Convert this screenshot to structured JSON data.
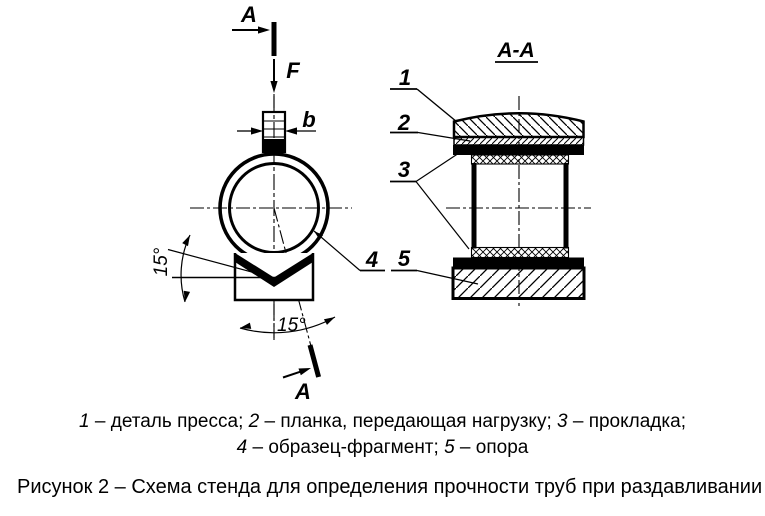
{
  "figure": {
    "caption": "Рисунок 2 – Схема стенда для определения прочности труб при раздавливании"
  },
  "legend": {
    "line1": [
      {
        "num": "1",
        "text": " – деталь пресса; "
      },
      {
        "num": "2",
        "text": " – планка, передающая нагрузку; "
      },
      {
        "num": "3",
        "text": " – прокладка;"
      }
    ],
    "line2": [
      {
        "num": "4",
        "text": " – образец-фрагмент; "
      },
      {
        "num": "5",
        "text": " – опора"
      }
    ]
  },
  "drawing": {
    "section_view_title": "A-A",
    "section_arrow_top": "A",
    "section_arrow_bottom": "A",
    "force_label": "F",
    "width_dim_label": "b",
    "angle_left": "15°",
    "angle_bottom": "15°",
    "part_numbers": {
      "press_detail": "1",
      "load_bar": "2",
      "gasket": "3",
      "specimen": "4",
      "support": "5"
    },
    "ink_color": "#000000",
    "background_color": "#ffffff"
  }
}
